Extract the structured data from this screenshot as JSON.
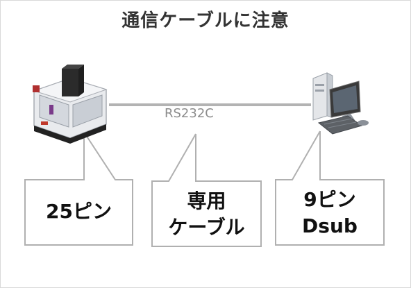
{
  "title": "通信ケーブルに注意",
  "cable": {
    "label": "RS232C"
  },
  "devices": {
    "left": {
      "icon": "cnc-machine-icon"
    },
    "right": {
      "icon": "desktop-computer-icon"
    }
  },
  "callouts": {
    "left": {
      "text": "25ピン"
    },
    "middle": {
      "line1": "専用",
      "line2": "ケーブル"
    },
    "right": {
      "line1": "9ピン",
      "line2": "Dsub"
    }
  }
}
